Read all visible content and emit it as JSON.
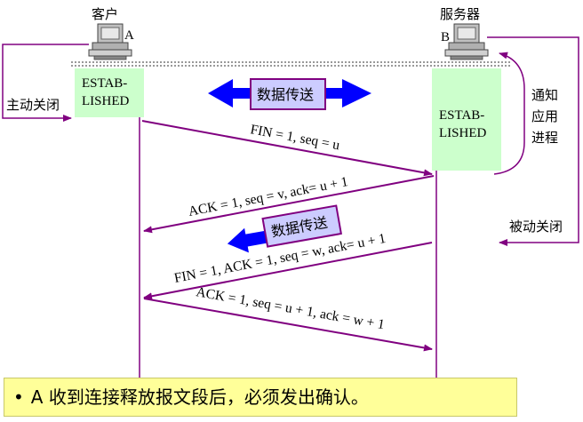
{
  "client": {
    "label": "客户",
    "id": "A"
  },
  "server": {
    "label": "服务器",
    "id": "B"
  },
  "client_state": [
    "ESTAB-",
    "LISHED"
  ],
  "server_state": [
    "ESTAB-",
    "LISHED"
  ],
  "active_close": "主动关闭",
  "passive_close": "被动关闭",
  "notify_app": [
    "通知",
    "应用",
    "进程"
  ],
  "data_transfer": "数据传送",
  "data_transfer_2": "数据传送",
  "messages": {
    "fin1": "FIN = 1, seq = u",
    "ack1": "ACK = 1, seq = v, ack= u + 1",
    "fin2": "FIN = 1, ACK = 1, seq = w, ack= u + 1",
    "ack2": "ACK = 1, seq = u + 1, ack = w + 1"
  },
  "banner": {
    "bullet": "•",
    "text": "A 收到连接释放报文段后，必须发出确认。"
  },
  "colors": {
    "arrow": "#800080",
    "state_box": "#ccffcc",
    "blue_arrow": "#0000ff",
    "banner": "#ffff99"
  }
}
